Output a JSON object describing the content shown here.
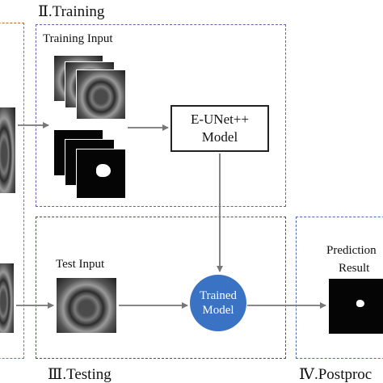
{
  "sections": {
    "training_label": "Ⅱ.Training",
    "testing_label": "Ⅲ.Testing",
    "postproc_label": "Ⅳ.Postproc"
  },
  "training": {
    "input_label": "Training Input",
    "model_line1": "E-UNet++",
    "model_line2": "Model"
  },
  "testing": {
    "input_label": "Test Input",
    "trained_line1": "Trained",
    "trained_line2": "Model"
  },
  "postprocessing": {
    "result_line1": "Prediction",
    "result_line2": "Result"
  },
  "colors": {
    "preprocessing_border": "#b06a36",
    "training_border": "#6b5ba8",
    "testing_border": "#3f5b3a",
    "postprocessing_border": "#4a69b0",
    "trained_model_fill": "#3a72c4",
    "arrow": "#777777"
  }
}
